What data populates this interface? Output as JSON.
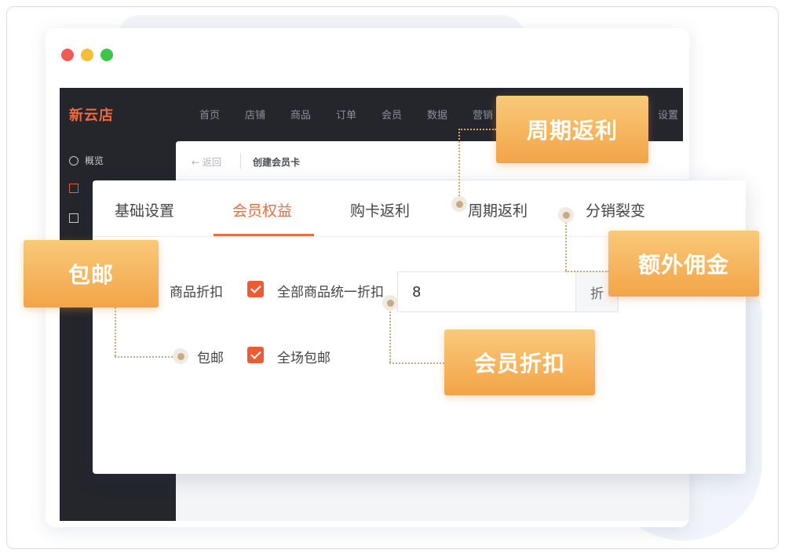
{
  "app": {
    "logo": "新云店",
    "nav": [
      "首页",
      "店铺",
      "商品",
      "订单",
      "会员",
      "数据",
      "营销"
    ],
    "nav_settings": "设置",
    "sidebar": [
      {
        "label": "概览",
        "icon": "clock-icon"
      },
      {
        "label": "",
        "icon": "document-icon"
      },
      {
        "label": "",
        "icon": "grid-icon"
      }
    ]
  },
  "content": {
    "back_label": "← 返回",
    "breadcrumb": "创建会员卡"
  },
  "tabs": [
    {
      "label": "基础设置",
      "active": false
    },
    {
      "label": "会员权益",
      "active": true
    },
    {
      "label": "购卡返利",
      "active": false
    },
    {
      "label": "周期返利",
      "active": false
    },
    {
      "label": "分销裂变",
      "active": false
    }
  ],
  "form": {
    "discount_label": "商品折扣",
    "discount_check_label": "全部商品统一折扣",
    "discount_value": "8",
    "discount_suffix": "折",
    "shipping_label": "包邮",
    "shipping_check_label": "全场包邮"
  },
  "callouts": {
    "cycle_rebate": "周期返利",
    "extra_commission": "额外佣金",
    "free_shipping": "包邮",
    "member_discount": "会员折扣"
  },
  "colors": {
    "accent": "#ee6b3e",
    "dark_bg": "#24262c",
    "callout_top": "#f9c97a",
    "callout_bottom": "#f3a447"
  }
}
